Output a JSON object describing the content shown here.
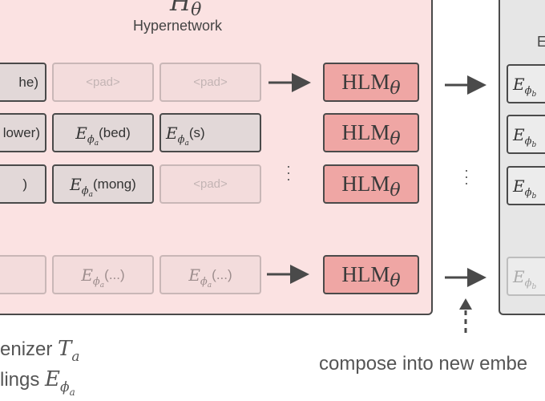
{
  "header": {
    "symbol": "H",
    "symbol_sub": "θ",
    "title": "Hypernetwork"
  },
  "rows": [
    {
      "cells": [
        "he)",
        "<pad>",
        "<pad>"
      ]
    },
    {
      "cells": [
        "lower)",
        "(bed)",
        "(s)"
      ]
    },
    {
      "cells": [
        ")",
        "(mong)",
        "<pad>"
      ]
    },
    {
      "cells": [
        "",
        "(...)",
        "(...)"
      ]
    }
  ],
  "emb_symbol": "E",
  "emb_sub": "ϕ",
  "emb_subsub": "a",
  "right_sub": "ϕ",
  "right_subsub": "b",
  "hlm": {
    "label": "HLM",
    "sub": "θ"
  },
  "right_panel": {
    "title_fragment": "E"
  },
  "captions": {
    "tokenizer": "enizer",
    "tokenizer_sym": "T",
    "tokenizer_sub": "a",
    "embeddings": "lings",
    "embeddings_sym": "E",
    "embeddings_sub": "ϕ",
    "embeddings_subsub": "a",
    "compose": "compose into new embe"
  },
  "colors": {
    "panel_bg": "#fbe2e2",
    "hlm_fill": "#efa6a4",
    "border": "#4a4a4a",
    "right_panel_bg": "#e6e6e6"
  }
}
